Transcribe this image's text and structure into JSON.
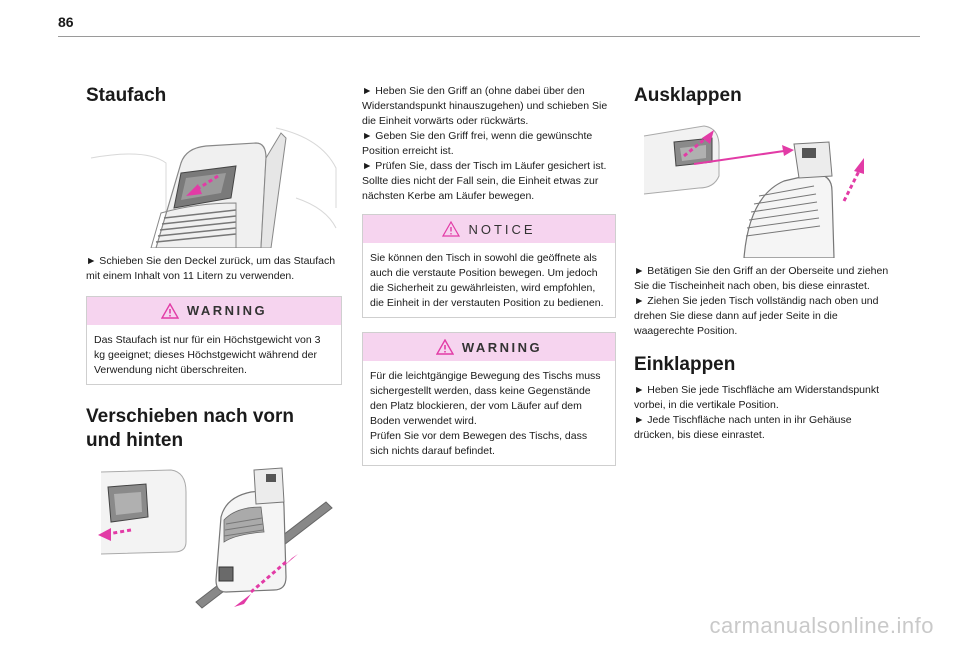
{
  "page": {
    "number": "86"
  },
  "staufach": {
    "title": "Staufach",
    "text": "► Schieben Sie den Deckel zurück, um das Staufach mit einem Inhalt von 11 Litern zu verwenden.",
    "warning": {
      "label": "WARNING",
      "text": "Das Staufach ist nur für ein Höchstgewicht von 3 kg geeignet; dieses Höchstgewicht während der Verwendung nicht überschreiten."
    }
  },
  "verschieben": {
    "title": "Verschieben nach vorn und hinten",
    "text": "► Heben Sie den Griff an (ohne dabei über den Widerstandspunkt hinauszugehen) und schieben Sie die Einheit vorwärts oder rückwärts.\n► Geben Sie den Griff frei, wenn die gewünschte Position erreicht ist.\n► Prüfen Sie, dass der Tisch im Läufer gesichert ist. Sollte dies nicht der Fall sein, die Einheit etwas zur nächsten Kerbe am Läufer bewegen.",
    "notice": {
      "label": "NOTICE",
      "text": "Sie können den Tisch in sowohl die geöffnete als auch die verstaute Position bewegen. Um jedoch die Sicherheit zu gewährleisten, wird empfohlen, die Einheit in der verstauten Position zu bedienen."
    },
    "warning": {
      "label": "WARNING",
      "text": "Für die leichtgängige Bewegung des Tischs muss sichergestellt werden, dass keine Gegenstände den Platz blockieren, der vom Läufer auf dem Boden verwendet wird.\nPrüfen Sie vor dem Bewegen des Tischs, dass sich nichts darauf befindet."
    }
  },
  "ausklappen": {
    "title": "Ausklappen",
    "text": "► Betätigen Sie den Griff an der Oberseite und ziehen Sie die Tischeinheit nach oben, bis diese einrastet.\n► Ziehen Sie jeden Tisch vollständig nach oben und drehen Sie diese dann auf jeder Seite in die waagerechte Position."
  },
  "einklappen": {
    "title": "Einklappen",
    "text": "► Heben Sie jede Tischfläche am Widerstandspunkt vorbei, in die vertikale Position.\n► Jede Tischfläche nach unten in ihr Gehäuse drücken, bis diese einrastet."
  },
  "footer": {
    "watermark": "carmanualsonline.info"
  },
  "colors": {
    "accent": "#e23ba6",
    "box_header": "#f6d4ef",
    "border": "#cfcfcf"
  }
}
